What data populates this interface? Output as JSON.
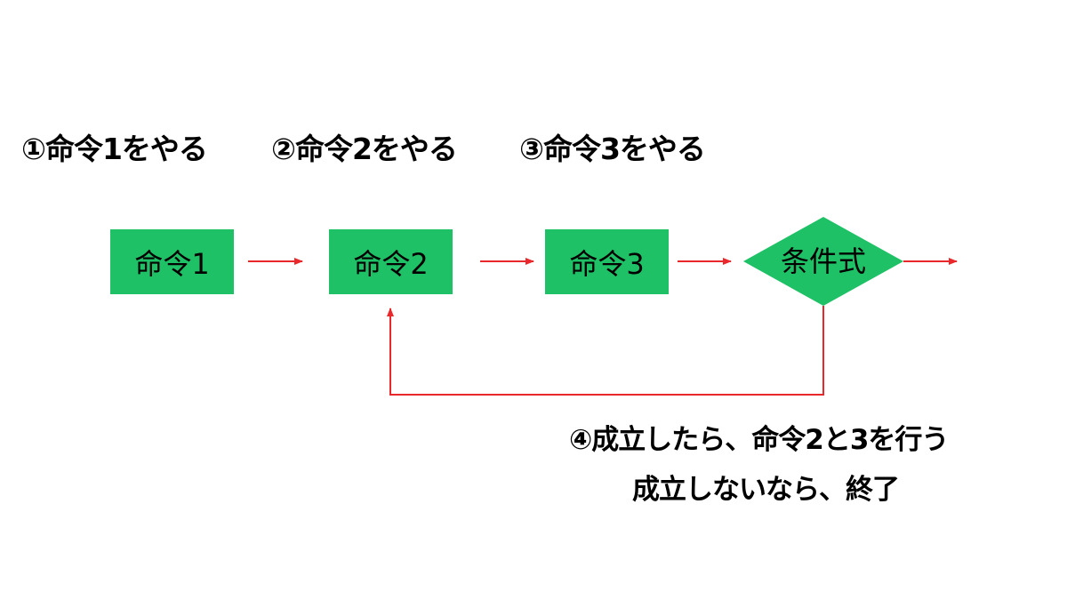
{
  "steps": {
    "step1": "①命令1をやる",
    "step2": "②命令2をやる",
    "step3": "③命令3をやる"
  },
  "nodes": {
    "box1": "命令1",
    "box2": "命令2",
    "box3": "命令3",
    "condition": "条件式"
  },
  "note": {
    "line1": "④成立したら、命令2と3を行う",
    "line2": "成立しないなら、終了"
  },
  "colors": {
    "box_fill": "#1fc166",
    "arrow": "#e8282b",
    "text": "#000000"
  }
}
